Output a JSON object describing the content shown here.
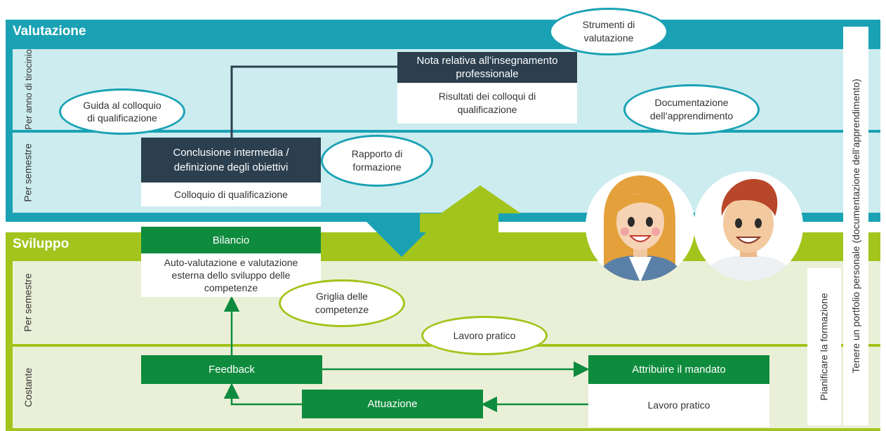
{
  "colors": {
    "teal": "#1aa2b4",
    "teal_light": "#cdecef",
    "lime": "#a3c41c",
    "lime_light": "#eaf0d8",
    "green_box": "#0f8b3d",
    "dark_box": "#2b3f4f"
  },
  "valutazione": {
    "title": "Valutazione",
    "row1_label": "Per anno di tirocinio",
    "row2_label": "Per semestre"
  },
  "sviluppo": {
    "title": "Sviluppo",
    "row1_label": "Per semestre",
    "row2_label": "Costante"
  },
  "boxes": {
    "nota_header": "Nota relativa all’insegnamento professionale",
    "nota_body": "Risultati dei colloqui di qualificazione",
    "conclusione_header": "Conclusione intermedia / definizione degli obiettivi",
    "conclusione_body": "Colloquio di qualificazione",
    "bilancio_header": "Bilancio",
    "bilancio_body": "Auto-valutazione e valutazione esterna dello sviluppo delle competenze",
    "feedback": "Feedback",
    "attuazione": "Attuazione",
    "attribuire_header": "Attribuire il mandato",
    "attribuire_body": "Lavoro pratico"
  },
  "ovals": {
    "strumenti": "Strumenti di valutazione",
    "guida": "Guida al colloquio di qualificazione",
    "documentazione": "Documentazione dell’apprendimento",
    "rapporto": "Rapporto di formazione",
    "griglia": "Griglia delle competenze",
    "lavoro": "Lavoro pratico"
  },
  "side_labels": {
    "pianificare": "Pianificare la formazione",
    "portfolio": "Tenere un portfolio personale (documentazione dell’apprendimento)"
  }
}
